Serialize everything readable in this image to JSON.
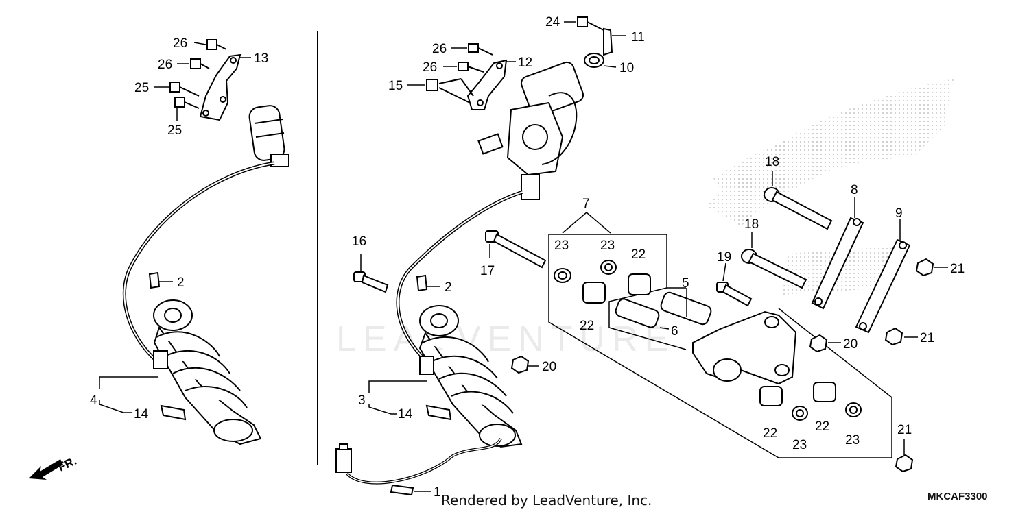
{
  "diagram": {
    "callouts": [
      {
        "id": "c-24",
        "text": "24"
      },
      {
        "id": "c-11",
        "text": "11"
      },
      {
        "id": "c-26a",
        "text": "26"
      },
      {
        "id": "c-13",
        "text": "13"
      },
      {
        "id": "c-26b",
        "text": "26"
      },
      {
        "id": "c-25a",
        "text": "25"
      },
      {
        "id": "c-25b",
        "text": "25"
      },
      {
        "id": "c-26c",
        "text": "26"
      },
      {
        "id": "c-12",
        "text": "12"
      },
      {
        "id": "c-26d",
        "text": "26"
      },
      {
        "id": "c-10",
        "text": "10"
      },
      {
        "id": "c-15",
        "text": "15"
      },
      {
        "id": "c-2a",
        "text": "2"
      },
      {
        "id": "c-2b",
        "text": "2"
      },
      {
        "id": "c-4",
        "text": "4"
      },
      {
        "id": "c-14a",
        "text": "14"
      },
      {
        "id": "c-3",
        "text": "3"
      },
      {
        "id": "c-14b",
        "text": "14"
      },
      {
        "id": "c-16",
        "text": "16"
      },
      {
        "id": "c-17",
        "text": "17"
      },
      {
        "id": "c-7",
        "text": "7"
      },
      {
        "id": "c-23a",
        "text": "23"
      },
      {
        "id": "c-23b",
        "text": "23"
      },
      {
        "id": "c-22a",
        "text": "22"
      },
      {
        "id": "c-22b",
        "text": "22"
      },
      {
        "id": "c-5",
        "text": "5"
      },
      {
        "id": "c-6",
        "text": "6"
      },
      {
        "id": "c-18a",
        "text": "18"
      },
      {
        "id": "c-18b",
        "text": "18"
      },
      {
        "id": "c-8",
        "text": "8"
      },
      {
        "id": "c-9",
        "text": "9"
      },
      {
        "id": "c-19",
        "text": "19"
      },
      {
        "id": "c-21a",
        "text": "21"
      },
      {
        "id": "c-20a",
        "text": "20"
      },
      {
        "id": "c-21b",
        "text": "21"
      },
      {
        "id": "c-20b",
        "text": "20"
      },
      {
        "id": "c-22c",
        "text": "22"
      },
      {
        "id": "c-22d",
        "text": "22"
      },
      {
        "id": "c-23c",
        "text": "23"
      },
      {
        "id": "c-23d",
        "text": "23"
      },
      {
        "id": "c-21c",
        "text": "21"
      },
      {
        "id": "c-1",
        "text": "1"
      }
    ],
    "front_indicator": "FR.",
    "credit": "Rendered by LeadVenture, Inc.",
    "diagram_code": "MKCAF3300",
    "watermark": "LEADVENTURE"
  }
}
